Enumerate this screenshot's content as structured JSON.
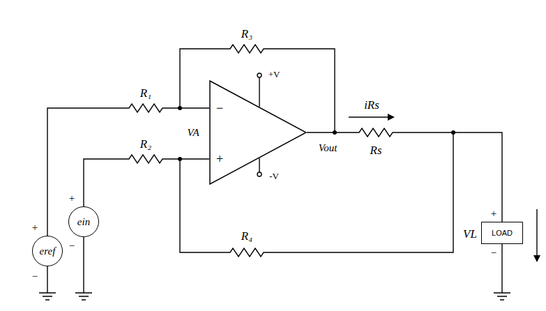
{
  "diagram": {
    "nodes": [
      {
        "text": [
          "eref"
        ]
      },
      {
        "text": [
          "ein"
        ]
      },
      {
        "text": [
          "−",
          "+"
        ]
      },
      {
        "text": [
          "LOAD"
        ]
      }
    ],
    "labels": [
      "R₃",
      "R₁",
      "R₂",
      "R₄",
      "Rs",
      "VA",
      "Vout",
      "iRs",
      "VL",
      "+V",
      "-V",
      "+",
      "−",
      "+",
      "−",
      "+",
      "−"
    ]
  }
}
